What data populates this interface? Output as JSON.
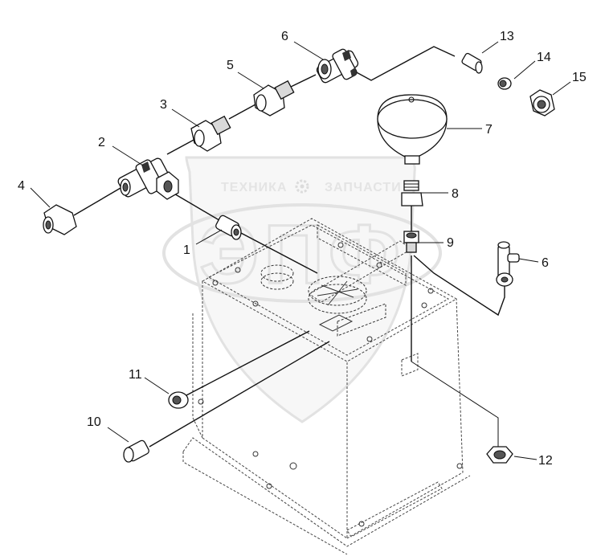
{
  "watermark": {
    "left_text": "ТЕХНИКА",
    "right_text": "ЗАПЧАСТИ",
    "big_letters": "ЭПФ",
    "gear_icon": "gear-icon"
  },
  "callouts": [
    {
      "id": "c1",
      "label": "1"
    },
    {
      "id": "c2",
      "label": "2"
    },
    {
      "id": "c3",
      "label": "3"
    },
    {
      "id": "c4",
      "label": "4"
    },
    {
      "id": "c5",
      "label": "5"
    },
    {
      "id": "c6a",
      "label": "6"
    },
    {
      "id": "c6b",
      "label": "6"
    },
    {
      "id": "c7",
      "label": "7"
    },
    {
      "id": "c8",
      "label": "8"
    },
    {
      "id": "c9",
      "label": "9"
    },
    {
      "id": "c10",
      "label": "10"
    },
    {
      "id": "c11",
      "label": "11"
    },
    {
      "id": "c12",
      "label": "12"
    },
    {
      "id": "c13",
      "label": "13"
    },
    {
      "id": "c14",
      "label": "14"
    },
    {
      "id": "c15",
      "label": "15"
    }
  ],
  "colors": {
    "line": "#111111",
    "watermark": "#e4e4e4",
    "background": "#ffffff"
  }
}
